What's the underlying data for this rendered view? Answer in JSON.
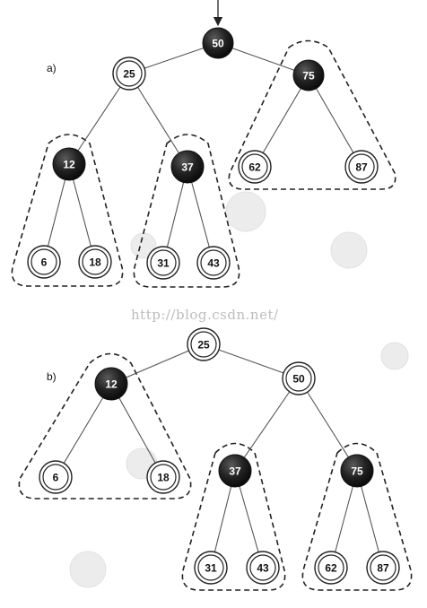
{
  "panel_a": {
    "label": "a)",
    "nodes": [
      {
        "key": "50",
        "color": "black"
      },
      {
        "key": "25",
        "color": "white"
      },
      {
        "key": "75",
        "color": "black"
      },
      {
        "key": "12",
        "color": "black"
      },
      {
        "key": "37",
        "color": "black"
      },
      {
        "key": "62",
        "color": "white"
      },
      {
        "key": "87",
        "color": "white"
      },
      {
        "key": "6",
        "color": "white"
      },
      {
        "key": "18",
        "color": "white"
      },
      {
        "key": "31",
        "color": "white"
      },
      {
        "key": "43",
        "color": "white"
      }
    ]
  },
  "panel_b": {
    "label": "b)",
    "nodes": [
      {
        "key": "25",
        "color": "white"
      },
      {
        "key": "12",
        "color": "black"
      },
      {
        "key": "50",
        "color": "white"
      },
      {
        "key": "6",
        "color": "white"
      },
      {
        "key": "18",
        "color": "white"
      },
      {
        "key": "37",
        "color": "black"
      },
      {
        "key": "75",
        "color": "black"
      },
      {
        "key": "31",
        "color": "white"
      },
      {
        "key": "43",
        "color": "white"
      },
      {
        "key": "62",
        "color": "white"
      },
      {
        "key": "87",
        "color": "white"
      }
    ]
  },
  "watermark": "http://blog.csdn.net/",
  "colors": {
    "black_node": "#1a1a1a",
    "white_node": "#ffffff",
    "line": "#555555"
  }
}
